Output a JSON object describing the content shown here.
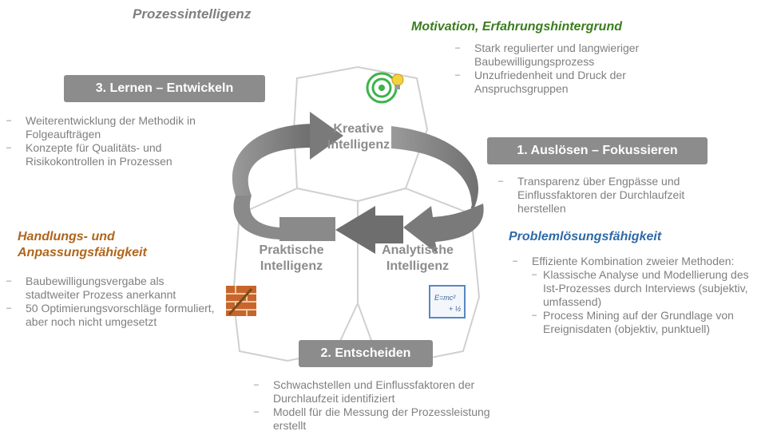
{
  "title": "Prozessintelligenz",
  "motivation": {
    "heading": "Motivation, Erfahrungshintergrund",
    "items": [
      "Stark regulierter und langwieriger Baubewilligungsprozess",
      "Unzufriedenheit und Druck  der Anspruchsgruppen"
    ]
  },
  "step3": {
    "label": "3. Lernen – Entwickeln",
    "items": [
      "Weiterentwicklung der Methodik in Folgeaufträgen",
      "Konzepte für Qualitäts- und Risikokontrollen in Prozessen"
    ]
  },
  "step1": {
    "label": "1. Auslösen – Fokussieren",
    "items": [
      "Transparenz über Engpässe und Einflussfaktoren der Durchlaufzeit herstellen"
    ]
  },
  "step2": {
    "label": "2. Entscheiden",
    "items": [
      "Schwachstellen und Einflussfaktoren der Durchlaufzeit identifiziert",
      "Modell für die Messung der Prozessleistung erstellt"
    ]
  },
  "handlung": {
    "heading_line1": "Handlungs- und",
    "heading_line2": "Anpassungsfähigkeit",
    "items": [
      "Baubewilligungsvergabe als stadtweiter Prozess anerkannt",
      "50 Optimierungsvorschläge formuliert, aber noch nicht umgesetzt"
    ]
  },
  "problem": {
    "heading": "Problemlösungsfähigkeit",
    "item_main": "Effiziente Kombination zweier Methoden:",
    "sub_items": [
      "Klassische Analyse und Modellierung des Ist-Prozesses durch Interviews (subjektiv, umfassend)",
      "Process Mining auf der Grundlage von Ereignisdaten (objektiv, punktuell)"
    ]
  },
  "hexagons": {
    "kreativ_line1": "Kreative",
    "kreativ_line2": "Intelligenz",
    "praktisch_line1": "Praktische",
    "praktisch_line2": "Intelligenz",
    "analytisch_line1": "Analytische",
    "analytisch_line2": "Intelligenz"
  },
  "colors": {
    "motivation": "#3a7d1e",
    "handlung": "#b0661a",
    "problem": "#2f6aa8",
    "box": "#8c8c8c",
    "arrow": "#7a7a7a"
  },
  "icons": {
    "kreativ": "target-bulb-icon",
    "praktisch": "brick-wall-icon",
    "analytisch": "formula-sheet-icon"
  }
}
